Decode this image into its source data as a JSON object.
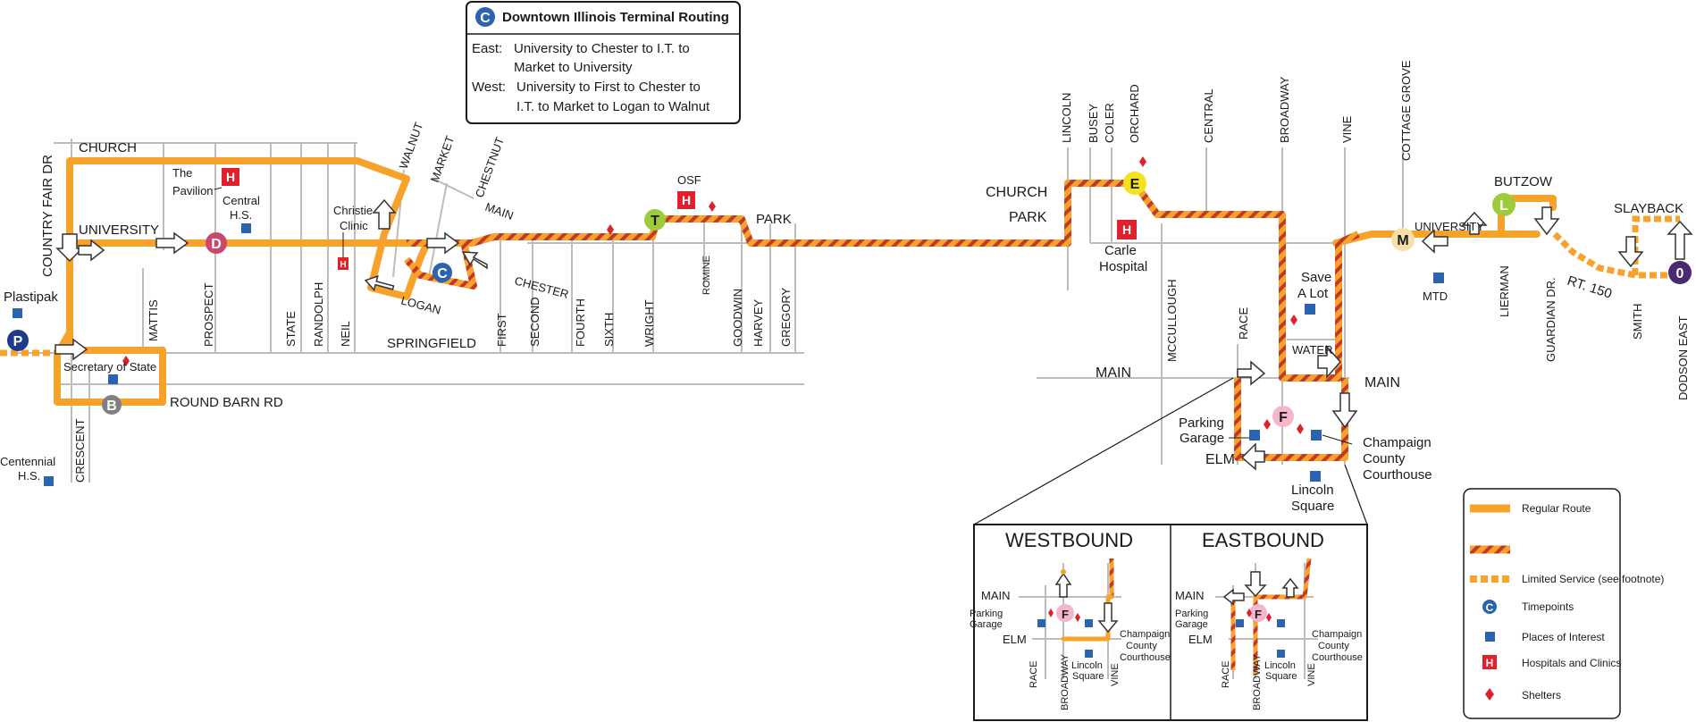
{
  "routing_box": {
    "title": "Downtown Illinois Terminal Routing",
    "timepoint": "C",
    "east_label": "East:",
    "east_line1": "University to Chester to I.T. to",
    "east_line2": "Market to University",
    "west_label": "West:",
    "west_line1": "University to First to Chester to",
    "west_line2": "I.T. to Market to Logan to Walnut"
  },
  "timepoints": {
    "P": "P",
    "B": "B",
    "D": "D",
    "C": "C",
    "T": "T",
    "E": "E",
    "F": "F",
    "M": "M",
    "L": "L",
    "O": "0"
  },
  "streets": {
    "church": "CHURCH",
    "country_fair": "COUNTRY FAIR DR",
    "university": "UNIVERSITY",
    "mattis": "MATTIS",
    "prospect": "PROSPECT",
    "state": "STATE",
    "randolph": "RANDOLPH",
    "neil": "NEIL",
    "springfield": "SPRINGFIELD",
    "walnut": "WALNUT",
    "market": "MARKET",
    "chestnut": "CHESTNUT",
    "main": "MAIN",
    "logan": "LOGAN",
    "chester": "CHESTER",
    "first": "FIRST",
    "second": "SECOND",
    "fourth": "FOURTH",
    "sixth": "SIXTH",
    "wright": "WRIGHT",
    "romine": "ROMINE",
    "goodwin": "GOODWIN",
    "harvey": "HARVEY",
    "gregory": "GREGORY",
    "park": "PARK",
    "round_barn": "ROUND BARN RD",
    "crescent": "CRESCENT",
    "lincoln": "LINCOLN",
    "busey": "BUSEY",
    "coler": "COLER",
    "orchard": "ORCHARD",
    "central": "CENTRAL",
    "broadway": "BROADWAY",
    "vine": "VINE",
    "cottage_grove": "COTTAGE GROVE",
    "church_east": "CHURCH",
    "park_east": "PARK",
    "mccullough": "MCCULLOUGH",
    "race": "RACE",
    "water": "WATER",
    "main_east": "MAIN",
    "main_west": "MAIN",
    "elm": "ELM",
    "university_east": "UNIVERSITY",
    "butzow": "BUTZOW",
    "lierman": "LIERMAN",
    "guardian": "GUARDIAN DR.",
    "rt150": "RT. 150",
    "smith": "SMITH",
    "slayback": "SLAYBACK",
    "dodson": "DODSON EAST"
  },
  "places": {
    "pavilion_1": "The",
    "pavilion_2": "Pavilion",
    "central_hs_1": "Central",
    "central_hs_2": "H.S.",
    "christie_1": "Christie",
    "christie_2": "Clinic",
    "plastipak": "Plastipak",
    "sos": "Secretary of State",
    "centennial_1": "Centennial",
    "centennial_2": "H.S.",
    "osf": "OSF",
    "carle_1": "Carle",
    "carle_2": "Hospital",
    "save_1": "Save",
    "save_2": "A Lot",
    "mtd": "MTD",
    "parking_1": "Parking",
    "parking_2": "Garage",
    "ccc_1": "Champaign",
    "ccc_2": "County",
    "ccc_3": "Courthouse",
    "lincoln_sq_1": "Lincoln",
    "lincoln_sq_2": "Square"
  },
  "hospital_icon": "H",
  "insets": {
    "westbound": "WESTBOUND",
    "eastbound": "EASTBOUND",
    "main": "MAIN",
    "elm": "ELM",
    "race": "RACE",
    "broadway": "BROADWAY",
    "vine": "VINE",
    "parking_1": "Parking",
    "parking_2": "Garage",
    "ccc_1": "Champaign",
    "ccc_2": "County",
    "ccc_3": "Courthouse",
    "lincoln_sq_1": "Lincoln",
    "lincoln_sq_2": "Square",
    "f": "F"
  },
  "legend": {
    "regular": "Regular Route",
    "limited": "Limited Service (see footnote)",
    "timepoints": "Timepoints",
    "timepoint_symbol": "C",
    "places": "Places of  Interest",
    "hospitals": "Hospitals and Clinics",
    "hospital_symbol": "H",
    "shelters": "Shelters"
  },
  "colors": {
    "route": "#f6a22b",
    "hatch": "#c0392b",
    "poi": "#2a64b0",
    "hospital": "#e0202a",
    "tp_P": "#1f3a8a",
    "tp_B": "#808080",
    "tp_D": "#c74a6b",
    "tp_C": "#2a64b0",
    "tp_T": "#9ccc3a",
    "tp_E": "#f5e11d",
    "tp_F": "#f5b6cc",
    "tp_M": "#f7e0a8",
    "tp_L": "#9ccc3a",
    "tp_O": "#4a2a6e"
  }
}
